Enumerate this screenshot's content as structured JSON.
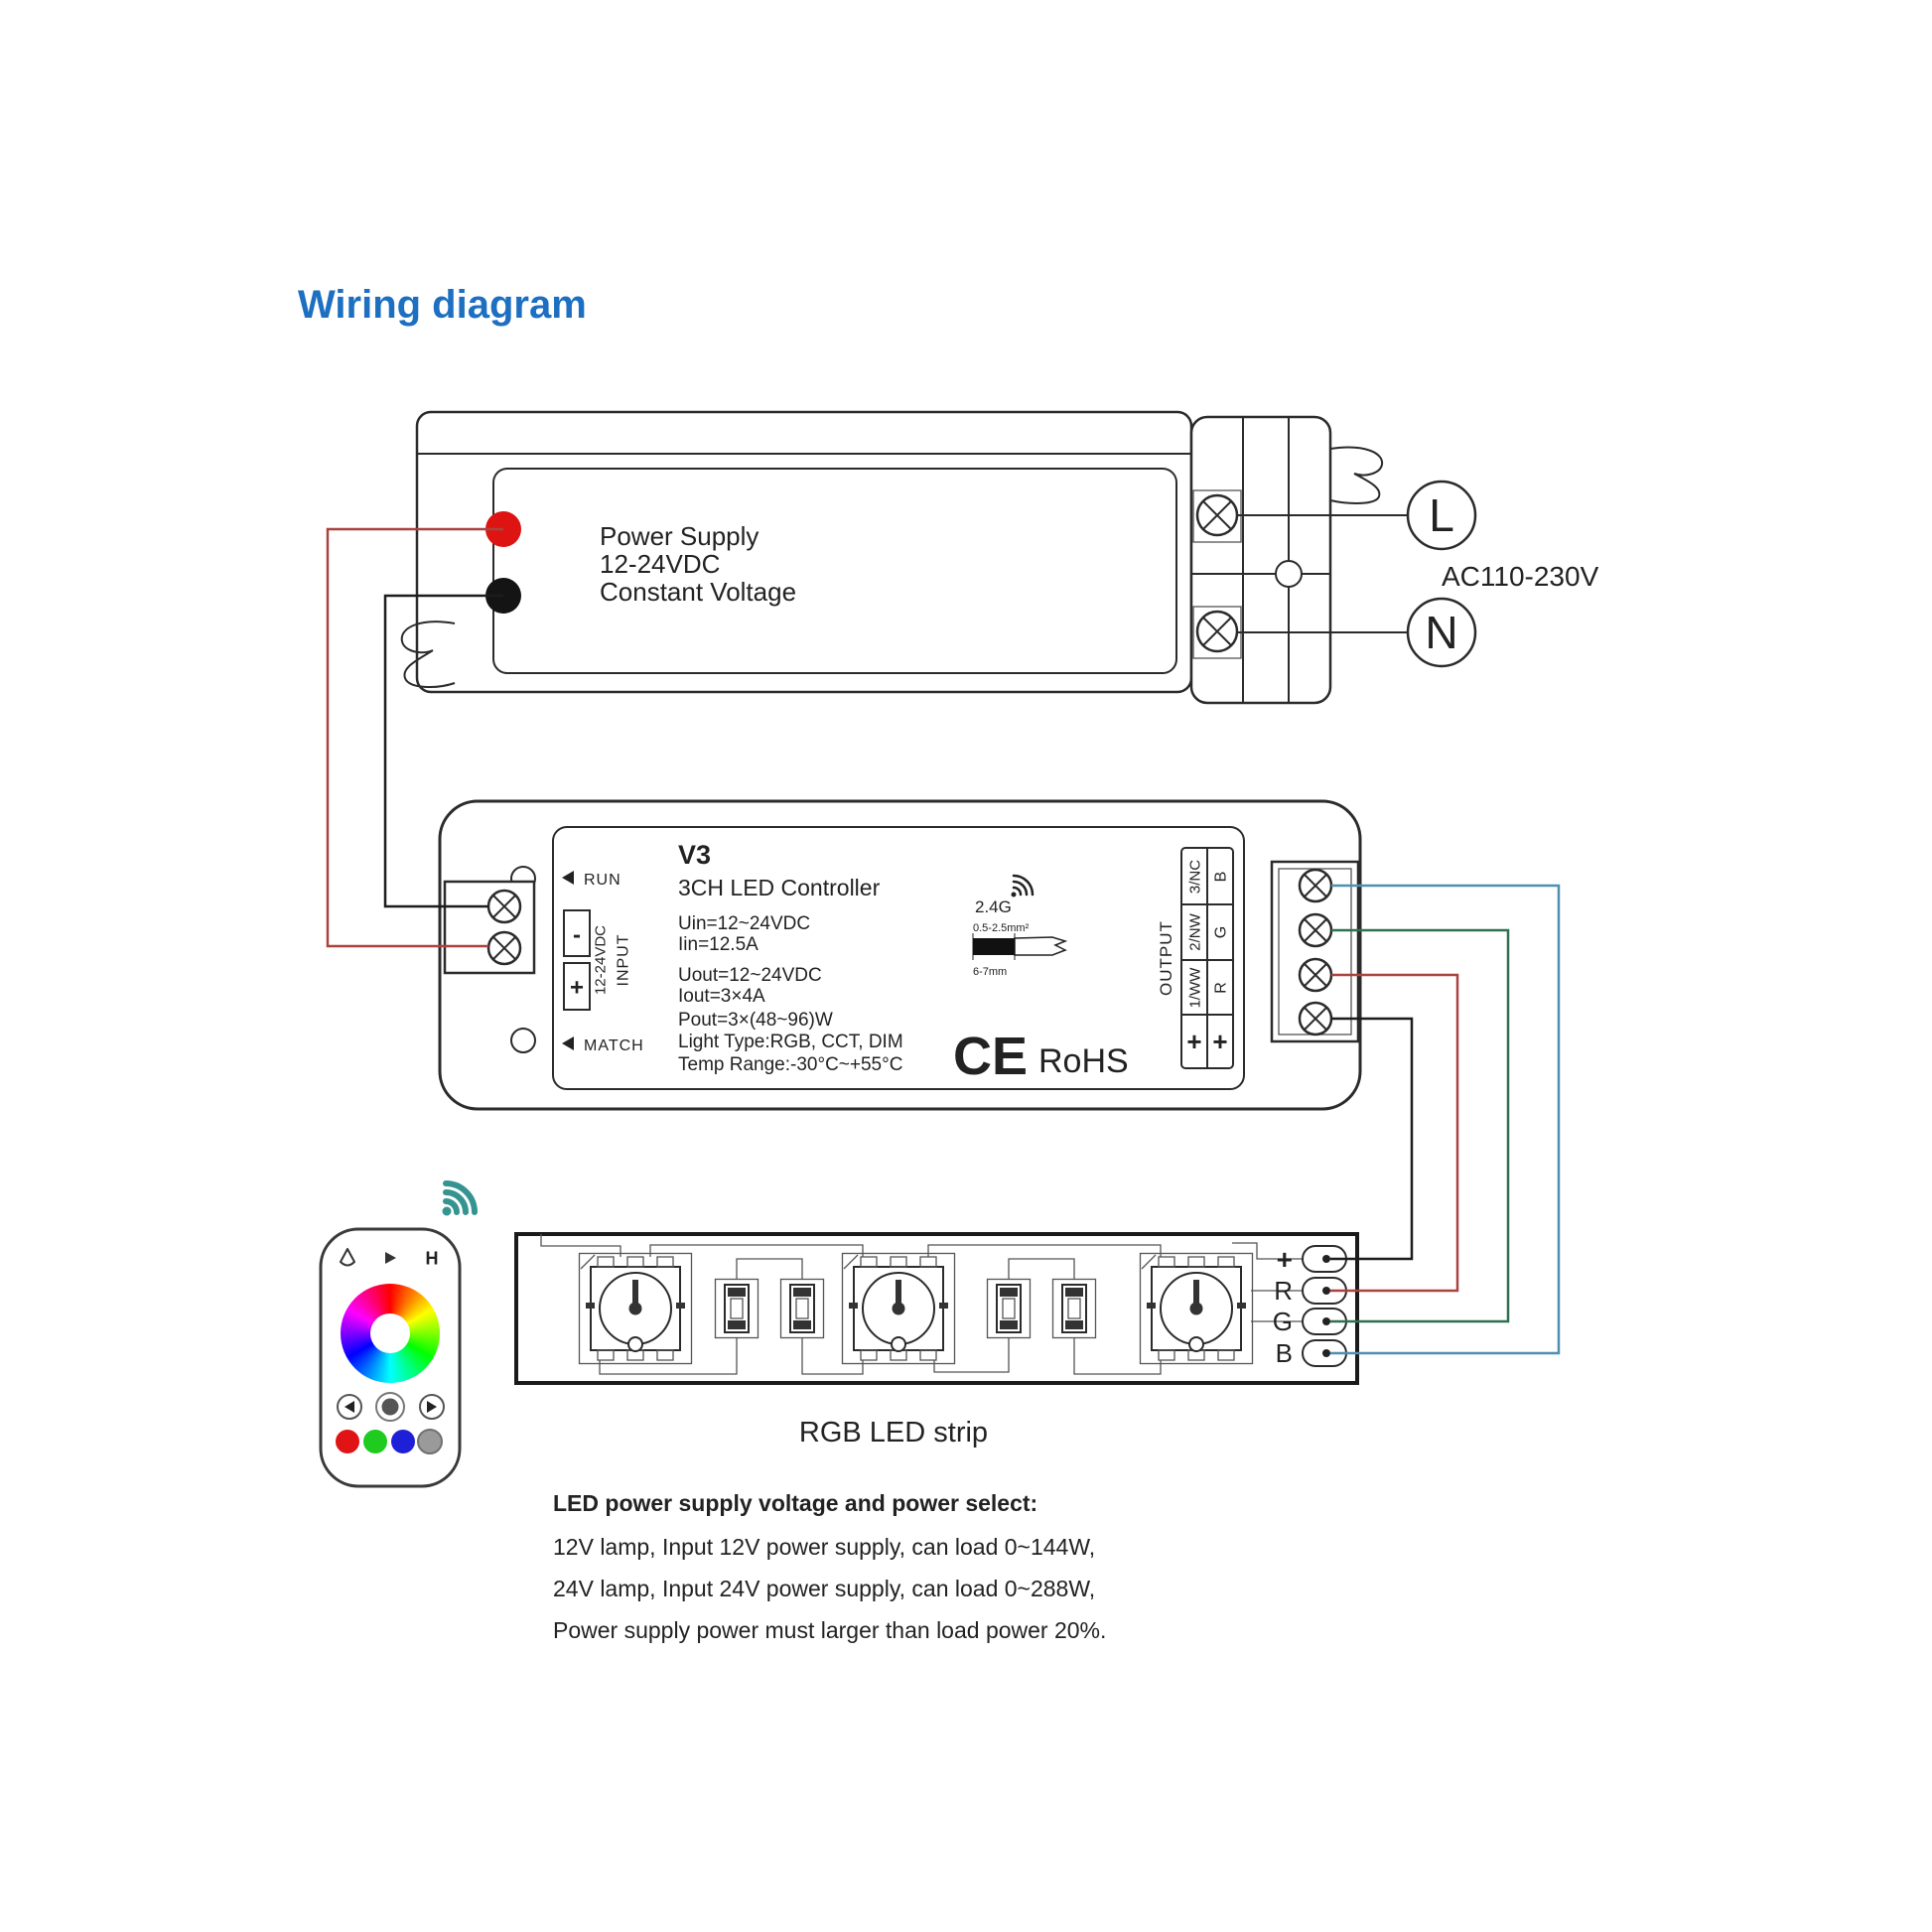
{
  "page": {
    "title": "Wiring diagram"
  },
  "power_supply": {
    "line1": "Power Supply",
    "line2": "12-24VDC",
    "line3": "Constant Voltage"
  },
  "mains": {
    "live": "L",
    "neutral": "N",
    "rating": "AC110-230V"
  },
  "controller": {
    "model": "V3",
    "name": "3CH LED Controller",
    "specs": [
      "Uin=12~24VDC",
      "Iin=12.5A",
      "Uout=12~24VDC",
      "Iout=3×4A",
      "Pout=3×(48~96)W",
      "Light Type:RGB, CCT, DIM",
      "Temp Range:-30°C~+55°C"
    ],
    "run": "RUN",
    "match": "MATCH",
    "input": {
      "minus": "-",
      "plus": "+",
      "voltage": "12-24VDC",
      "label": "INPUT"
    },
    "radio": "2.4G",
    "wire_gauge": "0.5-2.5mm²",
    "strip_len": "6-7mm",
    "ce": "CE",
    "rohs": "RoHS",
    "output": {
      "label": "OUTPUT",
      "ch": [
        "1/WW",
        "2/NW",
        "3/NC"
      ],
      "rgb": [
        "R",
        "G",
        "B"
      ],
      "plus": "+"
    }
  },
  "strip": {
    "label": "RGB LED strip",
    "pads": [
      "+",
      "R",
      "G",
      "B"
    ]
  },
  "remote": {
    "top_icon_h": "H"
  },
  "notes": {
    "title": "LED power supply voltage and power select:",
    "lines": [
      "12V lamp, Input 12V power supply, can load 0~144W,",
      "24V lamp, Input 24V power supply, can load 0~288W,",
      "Power supply power must larger than load power 20%."
    ]
  },
  "colors": {
    "accent": "#1d6fc1",
    "wire_red": "#a84340",
    "wire_black": "#1c1c1c",
    "wire_green": "#2f7050",
    "wire_blue": "#4f8fb0",
    "live_red": "#b52025",
    "dot_red": "#dd1411",
    "wifi_teal": "#35948f"
  }
}
